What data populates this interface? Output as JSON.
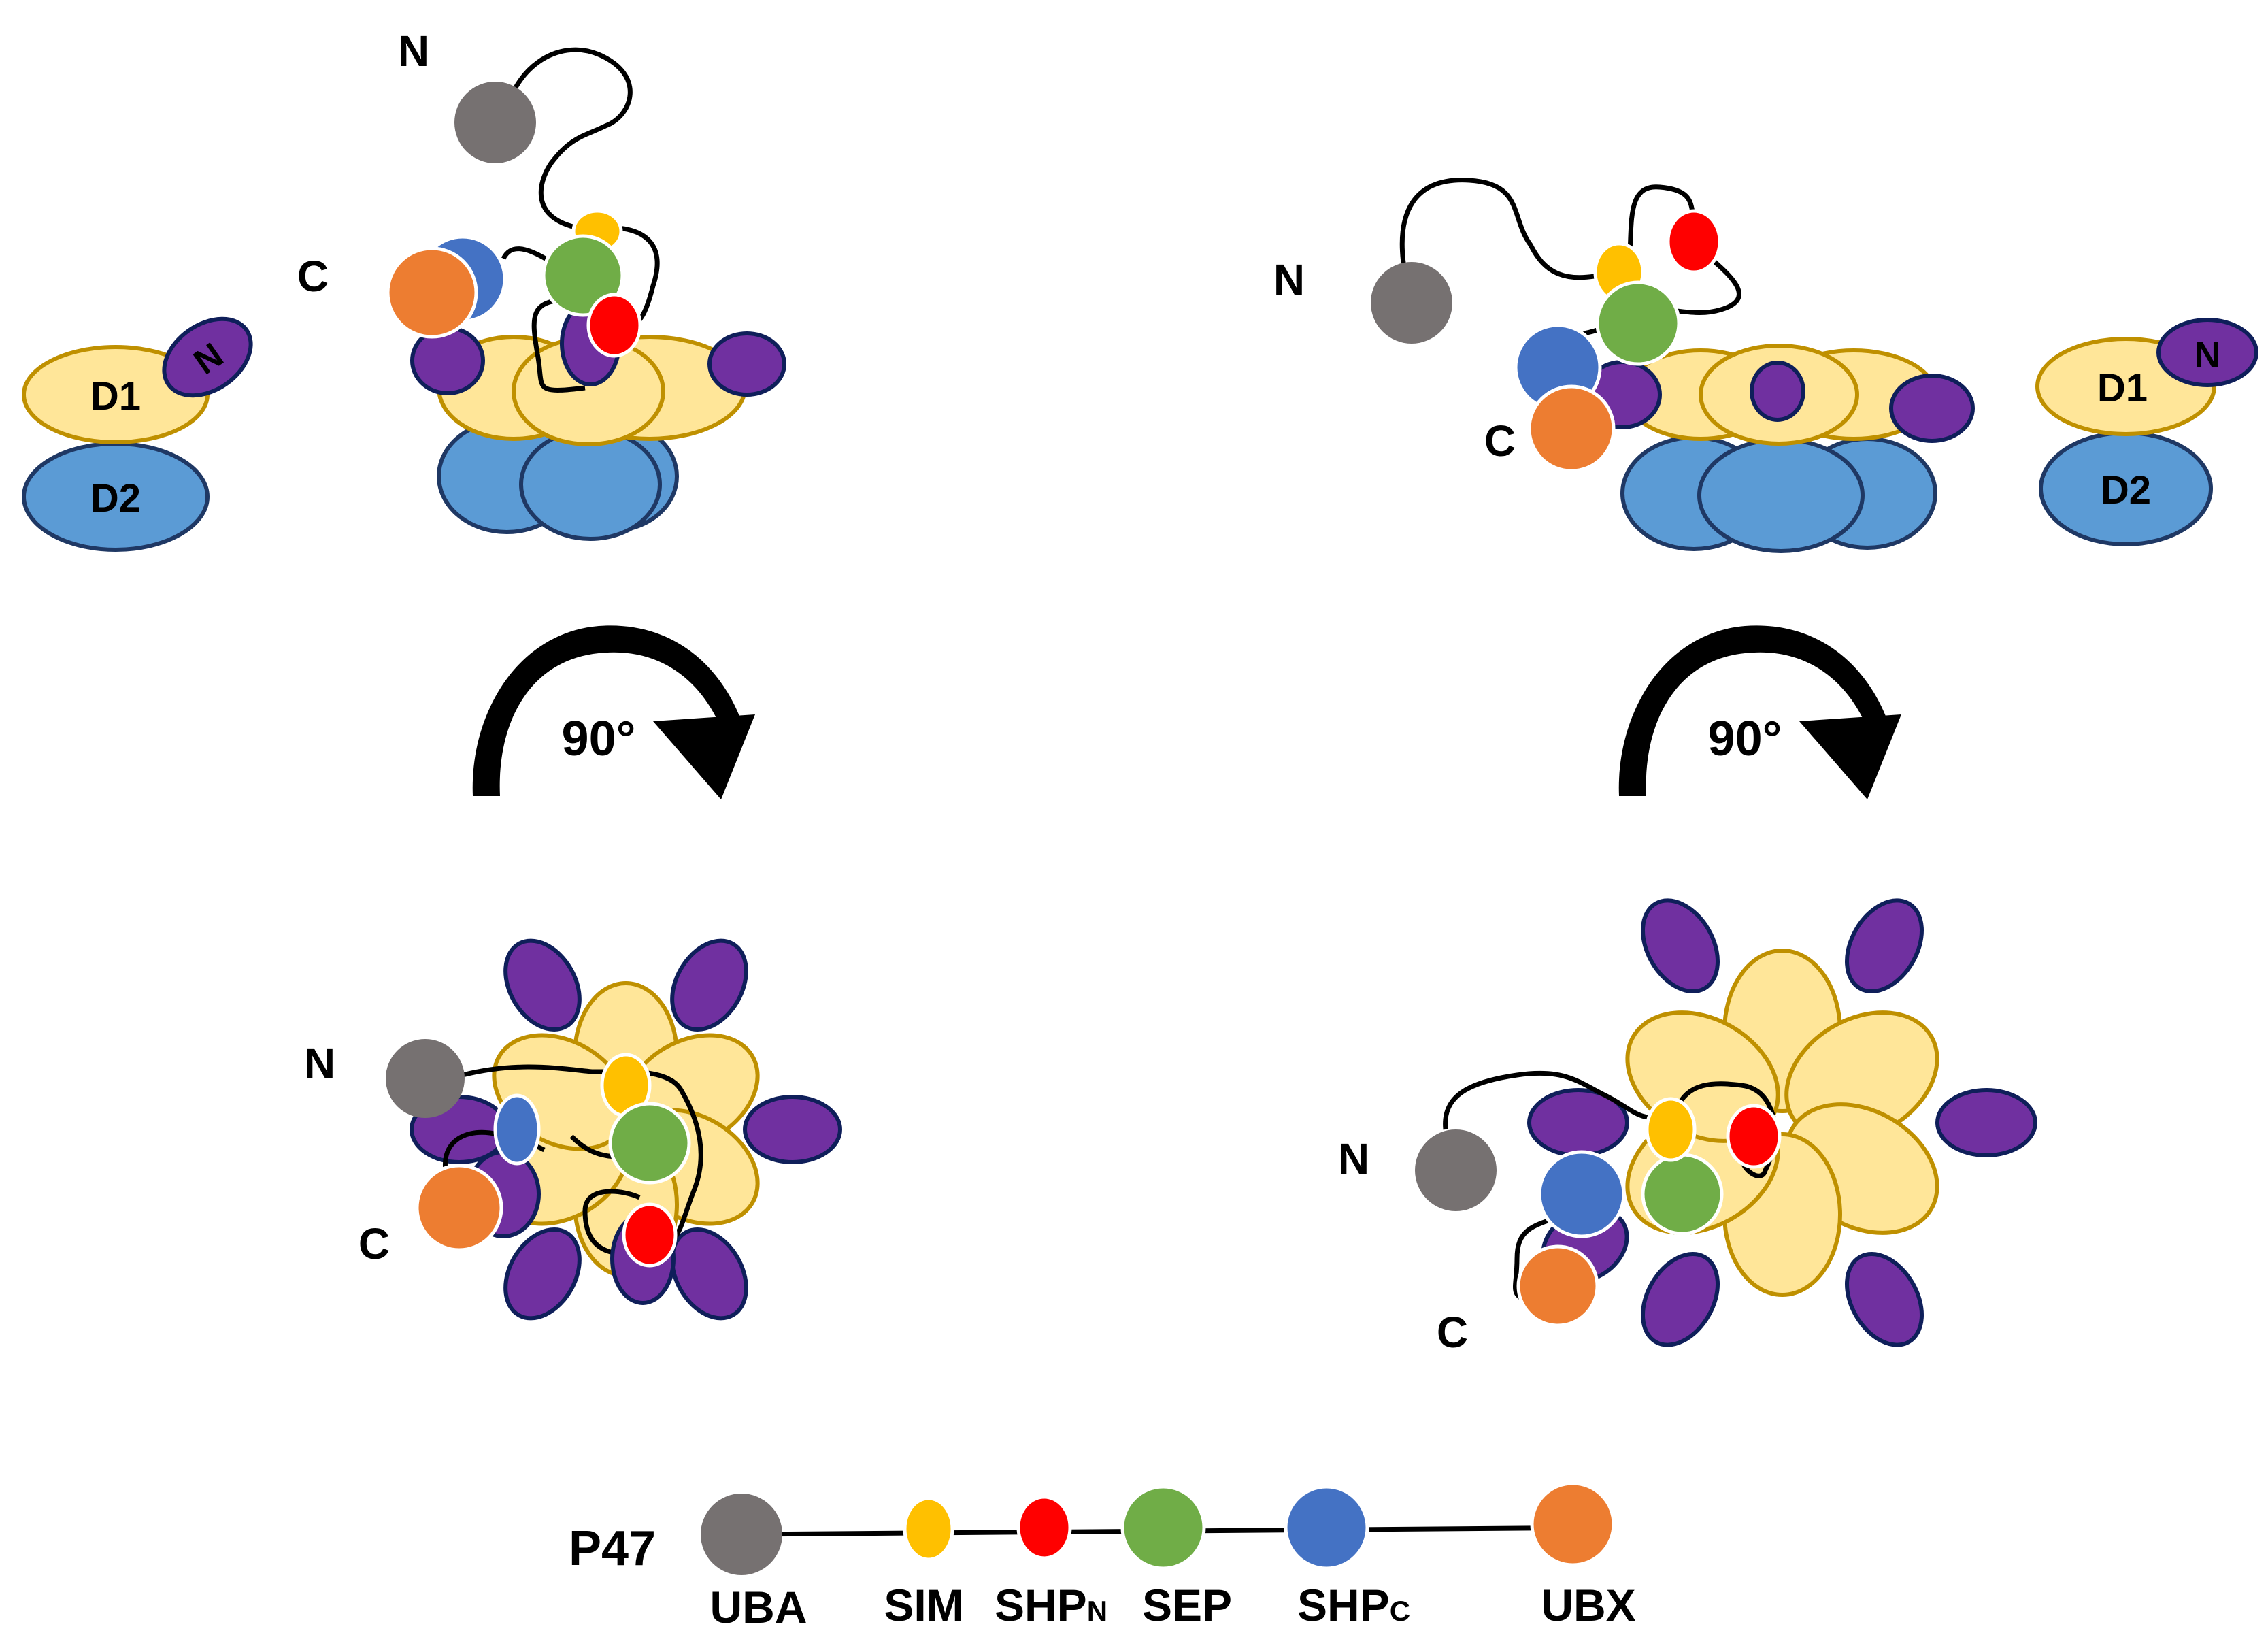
{
  "colors": {
    "d1_fill": "#FFE699",
    "d1_stroke": "#BF9000",
    "d2_fill": "#5B9BD5",
    "d2_stroke": "#1F3864",
    "n_domain_fill": "#7030A0",
    "n_domain_stroke": "#0F1F5A",
    "uba": "#767171",
    "sim": "#FFC000",
    "shpn": "#FF0000",
    "sep": "#70AD47",
    "shpc": "#4472C4",
    "ubx": "#ED7D31",
    "linker": "#000000"
  },
  "labels": {
    "n_term": "N",
    "c_term": "C",
    "d1": "D1",
    "d2": "D2",
    "n_domain": "N",
    "rotation": "90°"
  },
  "legend": {
    "protein": "P47",
    "domains": [
      {
        "key": "uba",
        "label": "UBA",
        "sub": ""
      },
      {
        "key": "sim",
        "label": "SIM",
        "sub": ""
      },
      {
        "key": "shpn",
        "label": "SHP",
        "sub": "N"
      },
      {
        "key": "sep",
        "label": "SEP",
        "sub": ""
      },
      {
        "key": "shpc",
        "label": "SHP",
        "sub": "C"
      },
      {
        "key": "ubx",
        "label": "UBX",
        "sub": ""
      }
    ]
  }
}
